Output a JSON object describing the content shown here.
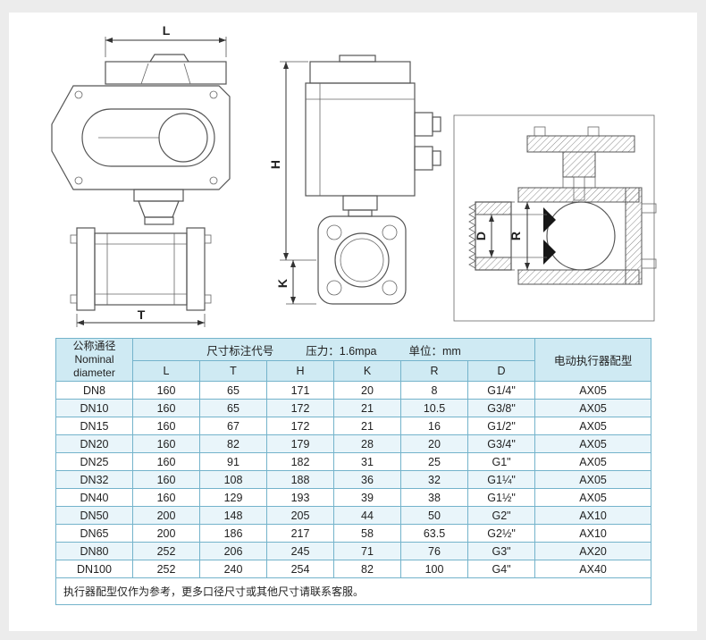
{
  "drawings": {
    "front_view": {
      "dim_l": "L",
      "dim_t": "T"
    },
    "side_view": {
      "dim_h": "H",
      "dim_k": "K"
    },
    "section_view": {
      "dim_d": "D",
      "dim_r": "R"
    }
  },
  "table": {
    "header": {
      "nominal_cn": "公称通径",
      "nominal_en1": "Nominal",
      "nominal_en2": "diameter",
      "dims_caption": "尺寸标注代号",
      "pressure": "压力：1.6mpa",
      "unit": "单位：mm",
      "dim_columns": [
        "L",
        "T",
        "H",
        "K",
        "R",
        "D"
      ],
      "actuator_caption": "电动执行器配型"
    },
    "rows": [
      {
        "dn": "DN8",
        "L": "160",
        "T": "65",
        "H": "171",
        "K": "20",
        "R": "8",
        "D": "G1/4\"",
        "actuator": "AX05"
      },
      {
        "dn": "DN10",
        "L": "160",
        "T": "65",
        "H": "172",
        "K": "21",
        "R": "10.5",
        "D": "G3/8\"",
        "actuator": "AX05"
      },
      {
        "dn": "DN15",
        "L": "160",
        "T": "67",
        "H": "172",
        "K": "21",
        "R": "16",
        "D": "G1/2\"",
        "actuator": "AX05"
      },
      {
        "dn": "DN20",
        "L": "160",
        "T": "82",
        "H": "179",
        "K": "28",
        "R": "20",
        "D": "G3/4\"",
        "actuator": "AX05"
      },
      {
        "dn": "DN25",
        "L": "160",
        "T": "91",
        "H": "182",
        "K": "31",
        "R": "25",
        "D": "G1\"",
        "actuator": "AX05"
      },
      {
        "dn": "DN32",
        "L": "160",
        "T": "108",
        "H": "188",
        "K": "36",
        "R": "32",
        "D": "G1¼\"",
        "actuator": "AX05"
      },
      {
        "dn": "DN40",
        "L": "160",
        "T": "129",
        "H": "193",
        "K": "39",
        "R": "38",
        "D": "G1½\"",
        "actuator": "AX05"
      },
      {
        "dn": "DN50",
        "L": "200",
        "T": "148",
        "H": "205",
        "K": "44",
        "R": "50",
        "D": "G2\"",
        "actuator": "AX10"
      },
      {
        "dn": "DN65",
        "L": "200",
        "T": "186",
        "H": "217",
        "K": "58",
        "R": "63.5",
        "D": "G2½\"",
        "actuator": "AX10"
      },
      {
        "dn": "DN80",
        "L": "252",
        "T": "206",
        "H": "245",
        "K": "71",
        "R": "76",
        "D": "G3\"",
        "actuator": "AX20"
      },
      {
        "dn": "DN100",
        "L": "252",
        "T": "240",
        "H": "254",
        "K": "82",
        "R": "100",
        "D": "G4\"",
        "actuator": "AX40"
      }
    ],
    "footnote": "执行器配型仅作为参考，更多口径尺寸或其他尺寸请联系客服。"
  }
}
